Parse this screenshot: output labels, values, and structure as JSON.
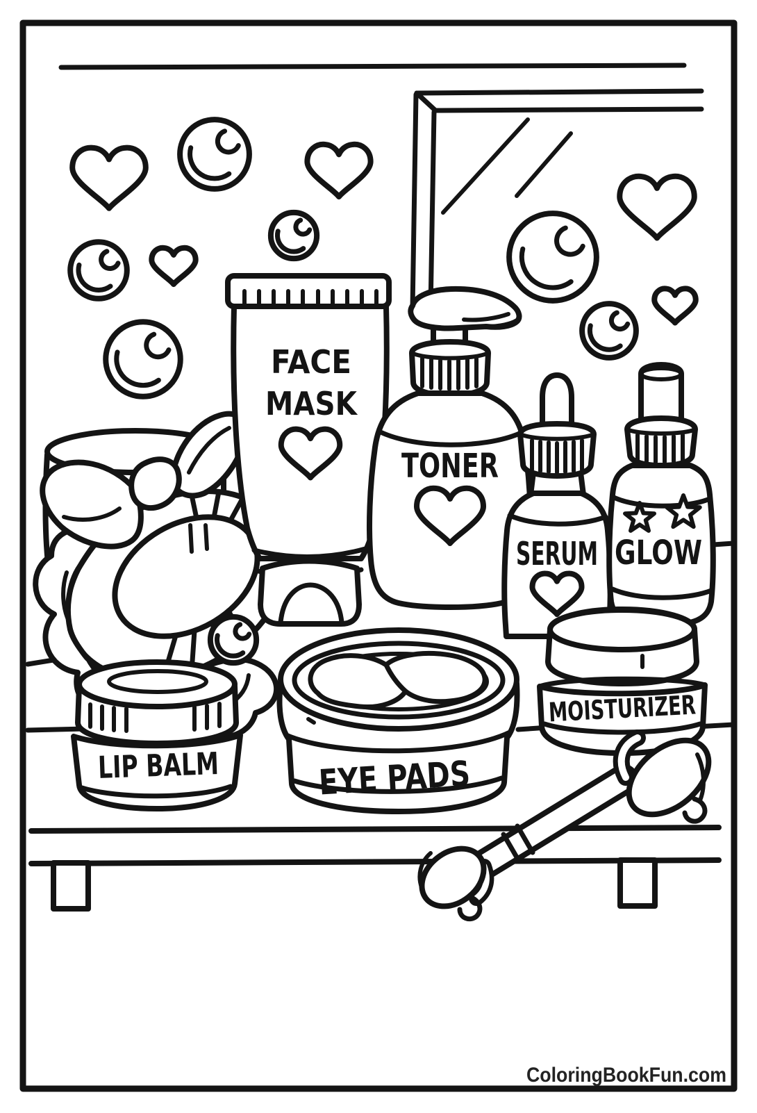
{
  "page": {
    "background": "#ffffff",
    "ink_color": "#141414",
    "watermark": "ColoringBookFun.com",
    "watermark_color": "#232323"
  },
  "scene": {
    "type": "coloring-book line art",
    "theme": "skincare products on a vanity shelf with mirror"
  },
  "products": {
    "face_mask": {
      "label_line1": "FACE",
      "label_line2": "MASK",
      "decoration": "heart"
    },
    "toner": {
      "label": "TONER",
      "decoration": "heart"
    },
    "serum": {
      "label": "SERUM",
      "decoration": "heart"
    },
    "glow": {
      "label": "GLOW",
      "decoration": "two stars"
    },
    "lip_balm": {
      "label": "LIP BALM"
    },
    "eye_pads": {
      "label": "EYE PADS"
    },
    "moisturizer": {
      "label": "MOISTURIZER"
    }
  },
  "decorations": {
    "floating_hearts": 5,
    "bubbles": 7,
    "stars_on_glow_bottle": 2
  },
  "other_objects": [
    "mirror",
    "headband with bow",
    "striped round box",
    "jade face roller",
    "vanity shelf with legs"
  ]
}
